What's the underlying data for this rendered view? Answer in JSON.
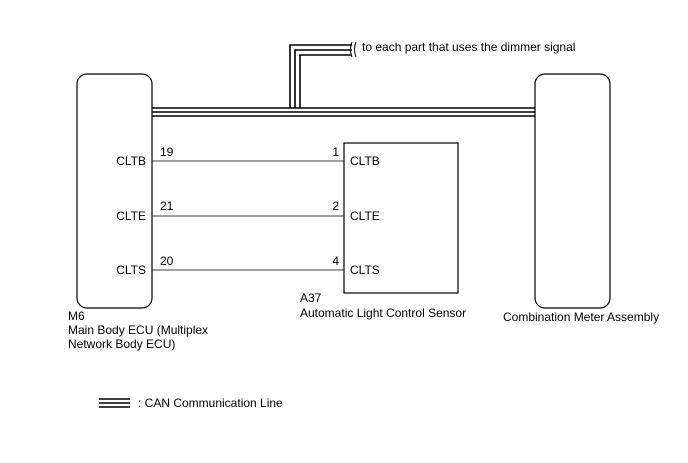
{
  "note": "to each part that uses the dimmer signal",
  "ecu": {
    "code": "M6",
    "name_line1": "Main Body ECU (Multiplex",
    "name_line2": "Network Body ECU)",
    "pins": [
      {
        "label": "CLTB",
        "number": "19"
      },
      {
        "label": "CLTE",
        "number": "21"
      },
      {
        "label": "CLTS",
        "number": "20"
      }
    ]
  },
  "sensor": {
    "code": "A37",
    "name": "Automatic Light Control Sensor",
    "pins": [
      {
        "label": "CLTB",
        "number": "1"
      },
      {
        "label": "CLTE",
        "number": "2"
      },
      {
        "label": "CLTS",
        "number": "4"
      }
    ]
  },
  "meter": {
    "name": "Combination Meter Assembly"
  },
  "legend": {
    "label": ": CAN Communication Line"
  }
}
